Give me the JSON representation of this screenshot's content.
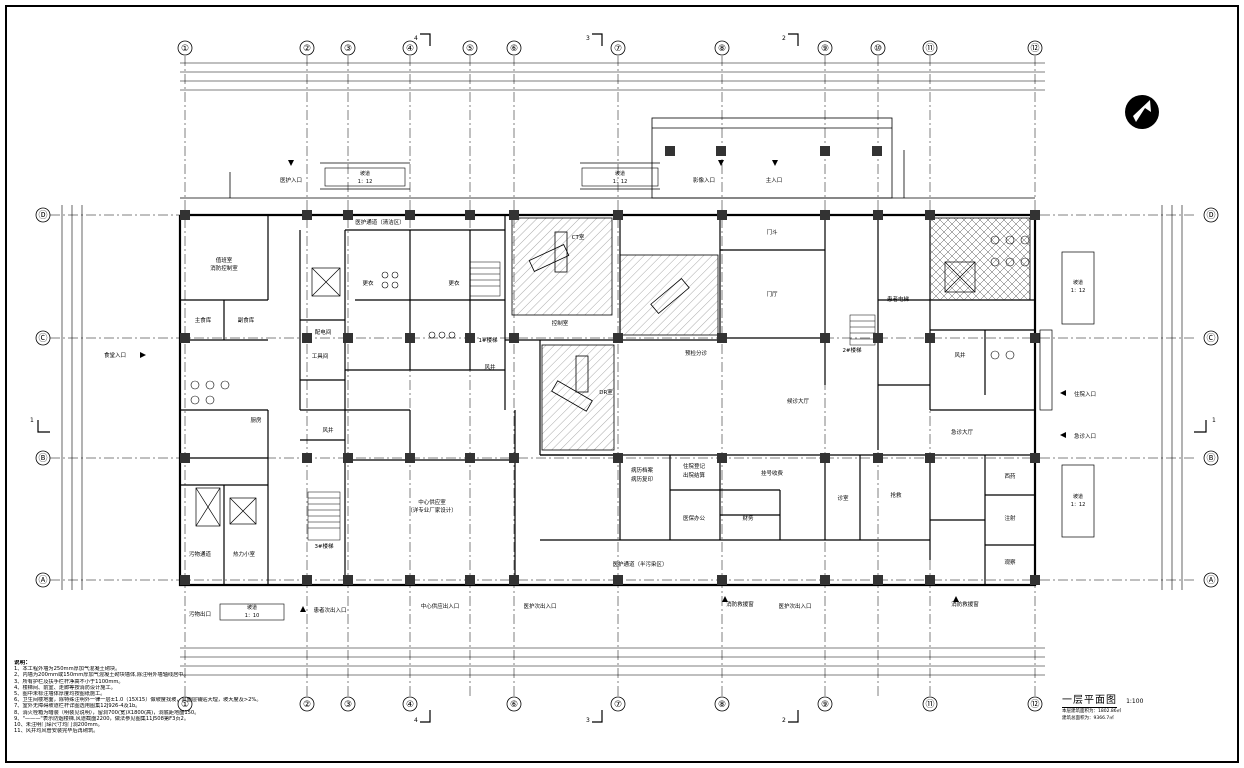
{
  "drawing": {
    "title": "一层平面图",
    "scale": "1:100",
    "area_building": "本层建筑面积为：1802.86㎡",
    "area_total": "建筑总面积为：9366.7㎡"
  },
  "axes": {
    "columns": [
      "①",
      "②",
      "③",
      "④",
      "⑤",
      "⑥",
      "⑦",
      "⑧",
      "⑨",
      "⑩",
      "⑪",
      "⑫"
    ],
    "bottom_columns": [
      "①",
      "②",
      "③",
      "④",
      "⑥",
      "⑦",
      "⑧",
      "⑨",
      "⑪",
      "⑫"
    ],
    "rows": [
      "Ⓓ",
      "Ⓒ",
      "Ⓑ",
      "Ⓐ"
    ],
    "section_marks": [
      "4",
      "3",
      "2",
      "1"
    ]
  },
  "rooms": {
    "duty_room": "值班室",
    "fire_control": "消防控制室",
    "main_storage": "主食库",
    "side_storage": "副食库",
    "kitchen": "厨房",
    "dirty_corridor": "污物通道",
    "heat_exchange": "热力小室",
    "stair_3": "3#楼梯",
    "stair_1": "1#楼梯",
    "stair_2": "2#楼梯",
    "power_room": "配电间",
    "tool_room": "工具间",
    "med_corridor": "医护通道（清洁区）",
    "change_1": "更衣",
    "change_2": "更衣",
    "wind_well_1": "风井",
    "wind_well_2": "风井",
    "wind_well_3": "风井",
    "ct_room": "CT室",
    "control_room": "控制室",
    "dr_room": "DR室",
    "door_clinic": "门斗",
    "lobby": "门厅",
    "patient_elevator": "患者电梯",
    "triage": "预检分诊",
    "waiting_hall": "候诊大厅",
    "emergency_hall": "急诊大厅",
    "central_supply": "中心供应室",
    "central_supply_note": "（详专业厂家设计）",
    "record_room": "病历档案",
    "record_copy": "病历复印",
    "admission": "住院登记",
    "discharge": "出院结算",
    "registration": "挂号收费",
    "medical_office": "医保办公",
    "finance": "财务",
    "rescue": "抢救",
    "observation": "观察",
    "pharmacy_1": "西药",
    "injection": "注射",
    "clinic_room": "诊室",
    "med_corridor_semi": "医护通道（半污染区）"
  },
  "entrances": {
    "staff_top": "医护入口",
    "imaging": "影像入口",
    "main": "主入口",
    "canteen": "食堂入口",
    "inpatient": "住院入口",
    "emergency": "急诊入口",
    "dirty_exit": "污物出口",
    "patient_exit": "患者次出入口",
    "supply_exit": "中心供应出入口",
    "staff_exit": "医护次出入口",
    "staff_exit_2": "医护次出入口",
    "fire_rescue_1": "消防救援窗",
    "fire_rescue_2": "消防救援窗"
  },
  "ramps": {
    "top_left_label": "坡道",
    "top_left_slope": "1：12",
    "top_mid_label": "坡道",
    "top_mid_slope": "1：12",
    "bottom_label": "坡道",
    "bottom_slope": "1：10",
    "right_upper_label": "坡道",
    "right_upper_slope": "1：12",
    "right_lower_label": "坡道",
    "right_lower_slope": "1：12"
  },
  "notes": {
    "title": "说明：",
    "lines": [
      "1、本工程外墙为250mm厚加气混凝土砌块。",
      "2、内墙为200mm或150mm厚加气混凝土砌块墙体,除注明外墙轴线居中。",
      "3、所有护栏及扶手栏杆净高不小于1100mm。",
      "4、楼梯间、前室、走廊等按消防设计施工。",
      "5、图中未标注墙体厚度均按图纸施工。",
      "6、卫生间楼地面，除特殊注明外一律一层±1.0（15X15）做坡度找坡，其面层铺贴大理，坡大度及>2%。",
      "7、室外无障碍坡道栏杆详图选用图集12J926-4及1b。",
      "8、消火栓箱为暗装（明装见说明），留洞700(宽)X1800(高)，洞底距地面150。",
      "9、\"———\"表示防烟楼梯,风道截面2200，做法参见图集11J508第F3页2。",
      "10、未注明门垛尺寸均门洞200mm。",
      "11、风井均风管安装完毕后再砌筑。"
    ]
  }
}
